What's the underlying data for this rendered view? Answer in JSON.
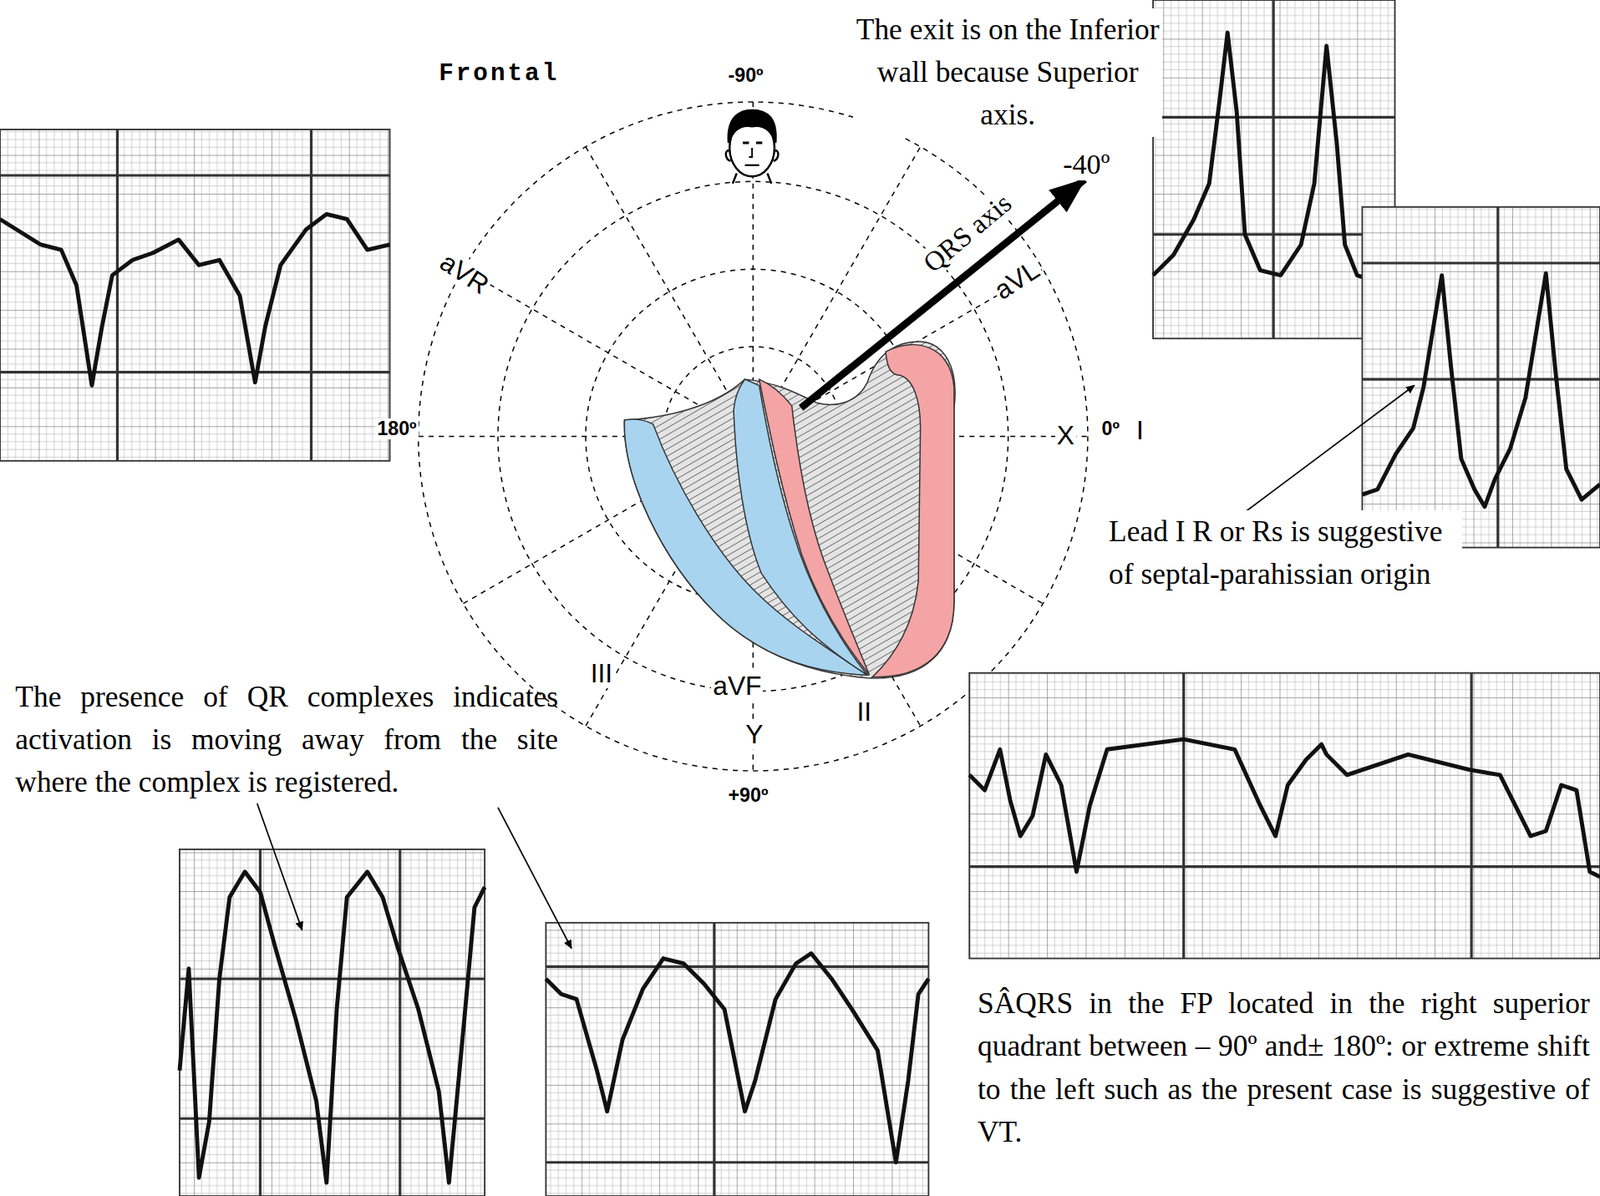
{
  "diagram": {
    "labels": [
      "Frontal",
      "-90º",
      "aVR",
      "aVL",
      "180º",
      "X",
      "0º",
      "I",
      "III",
      "aVF",
      "II",
      "Y",
      "+90º",
      "QRS axis",
      "-40º",
      "The exit is on the Inferior wall because Superior axis.",
      "Lead I R or Rs is suggestive of septal-parahissian origin",
      "The presence of QR complexes indicates activation is moving away from the site where the complex is registered.",
      "SÂQRS in the FP located in the right superior quadrant between – 90º and± 180º: or extreme shift to the left such as the present case is suggestive of VT."
    ]
  }
}
